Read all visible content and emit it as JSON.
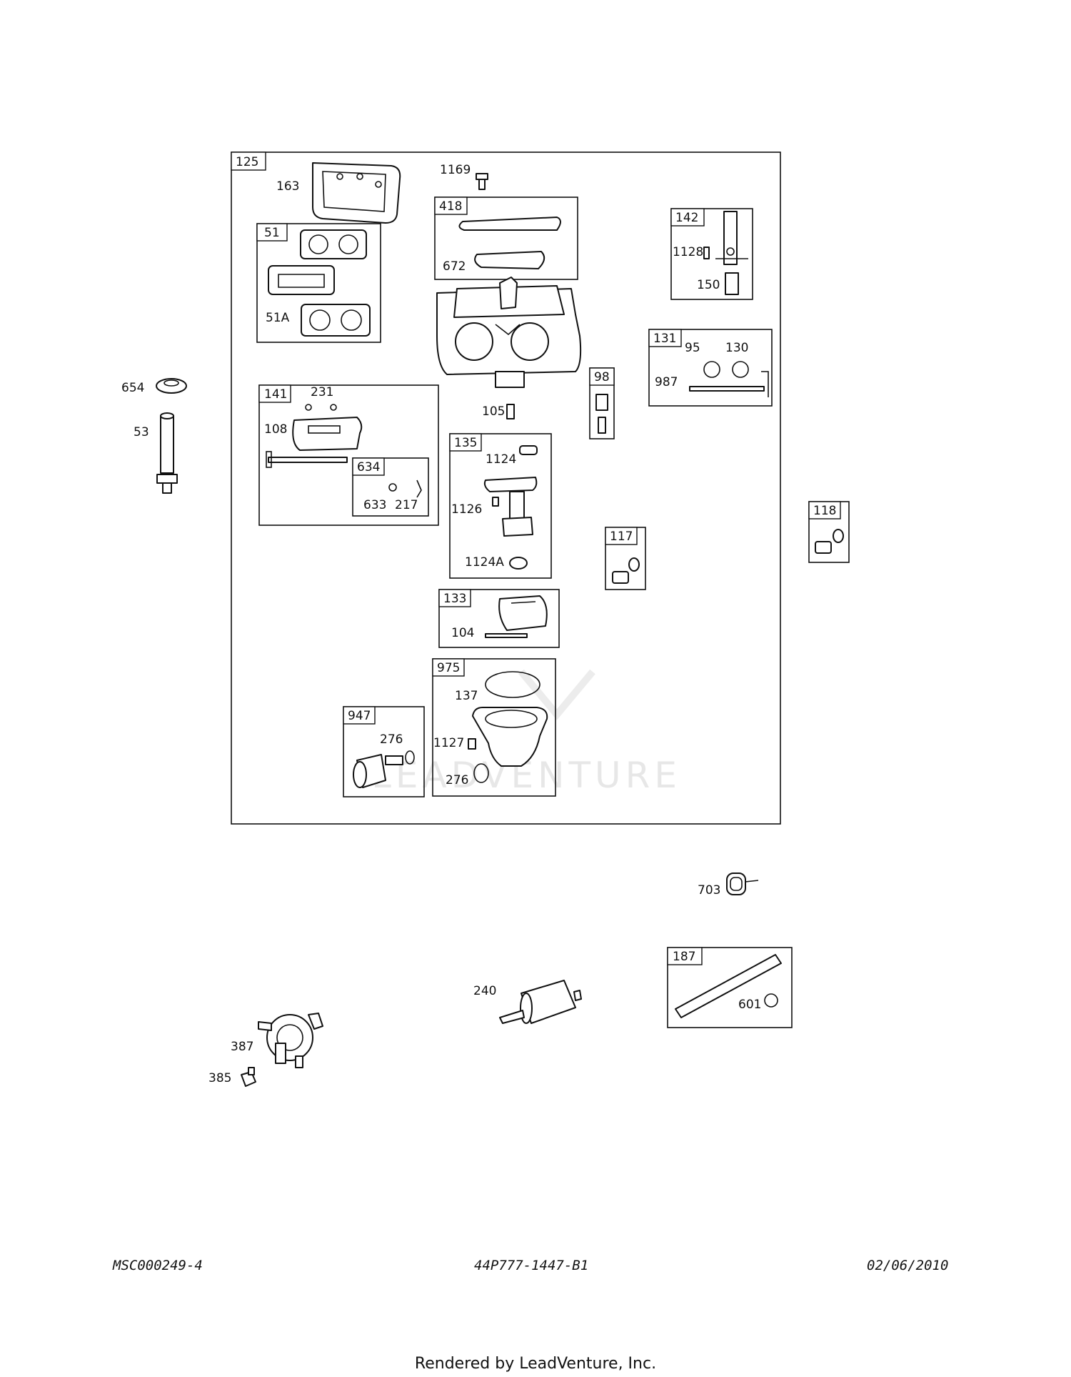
{
  "callouts": {
    "c125": "125",
    "c163": "163",
    "c1169": "1169",
    "c418": "418",
    "c672": "672",
    "c142": "142",
    "c1128": "1128",
    "c150": "150",
    "c51": "51",
    "c51A": "51A",
    "c131": "131",
    "c95": "95",
    "c130": "130",
    "c987": "987",
    "c654": "654",
    "c53": "53",
    "c141": "141",
    "c231": "231",
    "c108": "108",
    "c634": "634",
    "c633": "633",
    "c217": "217",
    "c105": "105",
    "c98": "98",
    "c135": "135",
    "c1124": "1124",
    "c1126": "1126",
    "c1124A": "1124A",
    "c117": "117",
    "c118": "118",
    "c133": "133",
    "c104": "104",
    "c975": "975",
    "c137": "137",
    "c1127": "1127",
    "c276b": "276",
    "c947": "947",
    "c276a": "276",
    "c703": "703",
    "c187": "187",
    "c601": "601",
    "c240": "240",
    "c387": "387",
    "c385": "385"
  },
  "watermark": "LEADVENTURE",
  "footer": {
    "left": "MSC000249-4",
    "center": "44P777-1447-B1",
    "right": "02/06/2010"
  },
  "rendered_by": "Rendered by LeadVenture, Inc."
}
